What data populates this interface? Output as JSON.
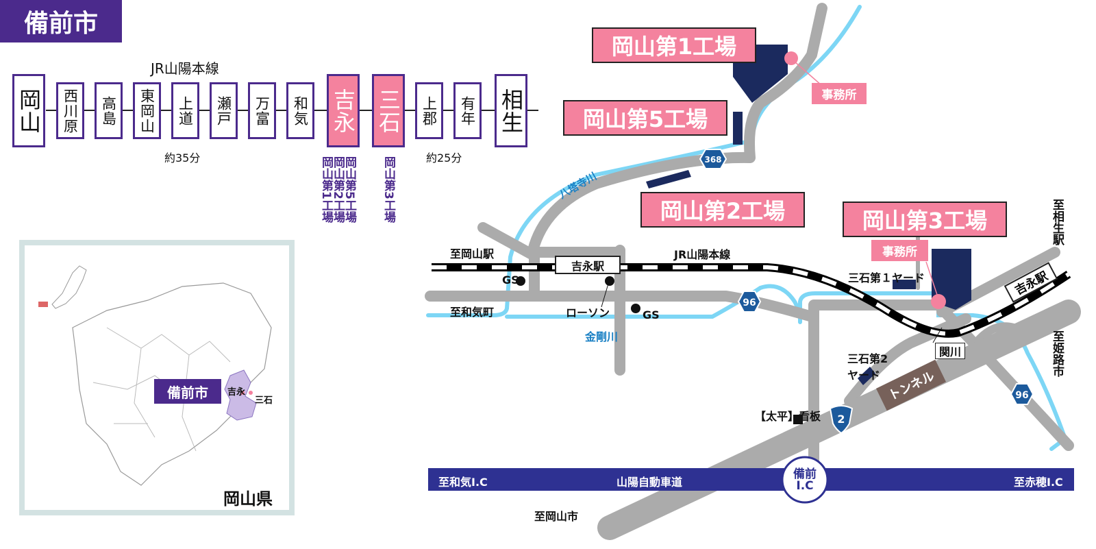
{
  "title": "備前市",
  "line": {
    "name": "JR山陽本線",
    "stations": [
      {
        "name": "岡山",
        "type": "big"
      },
      {
        "name": "西川原",
        "type": "small"
      },
      {
        "name": "高島",
        "type": "small"
      },
      {
        "name": "東岡山",
        "type": "small"
      },
      {
        "name": "上道",
        "type": "small"
      },
      {
        "name": "瀬戸",
        "type": "small"
      },
      {
        "name": "万富",
        "type": "small"
      },
      {
        "name": "和気",
        "type": "small"
      },
      {
        "name": "吉永",
        "type": "pink"
      },
      {
        "name": "三石",
        "type": "pink"
      },
      {
        "name": "上郡",
        "type": "small"
      },
      {
        "name": "有年",
        "type": "small"
      },
      {
        "name": "相生",
        "type": "big"
      }
    ],
    "time_left": "約35分",
    "time_right": "約25分",
    "yoshinaga_factories": [
      "岡山第1工場",
      "岡山第2工場",
      "岡山第5工場"
    ],
    "mitsuishi_factories": [
      "岡山第3工場"
    ]
  },
  "inset": {
    "prefecture": "岡山県",
    "city": "備前市",
    "towns": [
      "吉永",
      "三石"
    ]
  },
  "map": {
    "factories": {
      "f1": "岡山第1工場",
      "f5": "岡山第5工場",
      "f2": "岡山第2工場",
      "f3": "岡山第3工場"
    },
    "office": "事務所",
    "routes": {
      "r368": "368",
      "r96a": "96",
      "r96b": "96",
      "r2": "2"
    },
    "river_hattoji": "八塔寺川",
    "river_kongo": "金剛川",
    "to_okayama_sta": "至岡山駅",
    "to_wake": "至和気町",
    "railway": "JR山陽本線",
    "yoshinaga_sta": "吉永駅",
    "right_sta": "吉永駅",
    "gs": "GS",
    "lawson": "ローソン",
    "yard1": "三石第１ヤード",
    "yard2_l1": "三石第2",
    "yard2_l2": "ヤード",
    "sekigawa": "関川",
    "tunnel": "トンネル",
    "sign": "【太平】看板",
    "to_aioi": "至相生駅",
    "to_himeji": "至姫路市",
    "to_okayama_city": "至岡山市",
    "expressway": {
      "left": "至和気I.C",
      "name": "山陽自動車道",
      "right": "至赤穂I.C",
      "ic_l1": "備前",
      "ic_l2": "I.C"
    }
  },
  "colors": {
    "purple": "#4b2a8c",
    "pink": "#f4829e",
    "navy": "#1b2a5e",
    "road": "#ababab",
    "river": "#7dd6f5",
    "expressway": "#2e3192"
  }
}
